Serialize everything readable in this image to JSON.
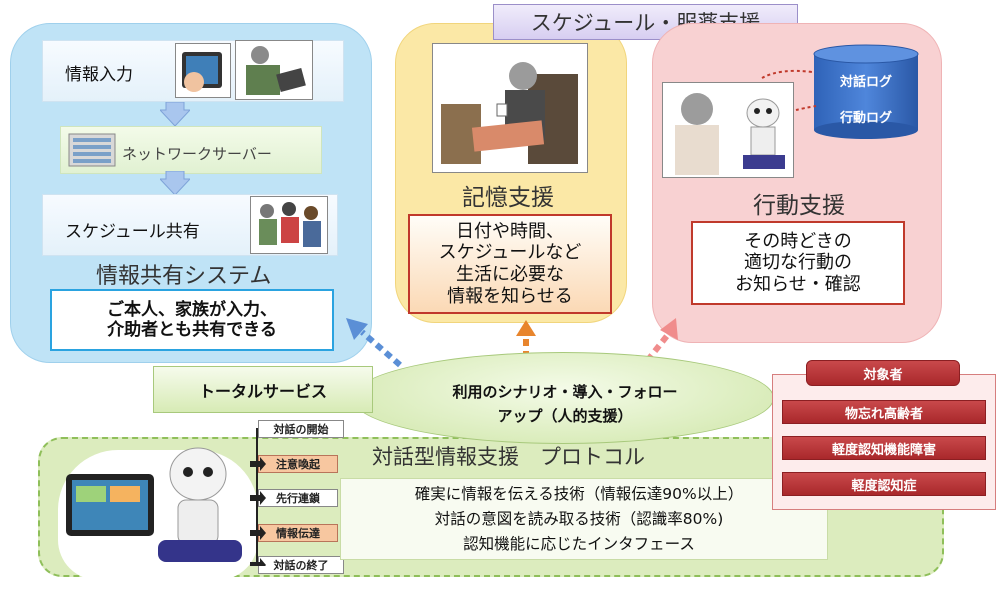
{
  "top_label": "スケジュール・服薬支援",
  "left_panel": {
    "step1": "情報入力",
    "step2": "ネットワークサーバー",
    "step3": "スケジュール共有",
    "title": "情報共有システム",
    "desc_line1": "ご本人、家族が入力、",
    "desc_line2": "介助者とも共有できる"
  },
  "middle_panel": {
    "title": "記憶支援",
    "desc_line1": "日付や時間、",
    "desc_line2": "スケジュールなど",
    "desc_line3": "生活に必要な",
    "desc_line4": "情報を知らせる"
  },
  "right_panel": {
    "db_line1": "対話ログ",
    "db_line2": "行動ログ",
    "title": "行動支援",
    "desc_line1": "その時どきの",
    "desc_line2": "適切な行動の",
    "desc_line3": "お知らせ・確認"
  },
  "total_service": "トータルサービス",
  "scenario_line1": "利用のシナリオ・導入・フォロー",
  "scenario_line2": "アップ（人的支援）",
  "protocol": {
    "title": "対話型情報支援　プロトコル",
    "line1": "確実に情報を伝える技術（情報伝達90%以上）",
    "line2": "対話の意図を読み取る技術（認識率80%)",
    "line3": "認知機能に応じたインタフェース"
  },
  "flow_steps": [
    "対話の開始",
    "注意喚起",
    "先行連鎖",
    "情報伝達",
    "対話の終了"
  ],
  "targets": {
    "title": "対象者",
    "items": [
      "物忘れ高齢者",
      "軽度認知機能障害",
      "軽度認知症"
    ]
  },
  "colors": {
    "accent_red": "#b5302f",
    "border_red": "#c0392b",
    "blue_panel": "#bfe3f6",
    "yellow_panel": "#fbe8a6",
    "pink_panel": "#f8d1d2",
    "green_area": "#dcecbe"
  }
}
